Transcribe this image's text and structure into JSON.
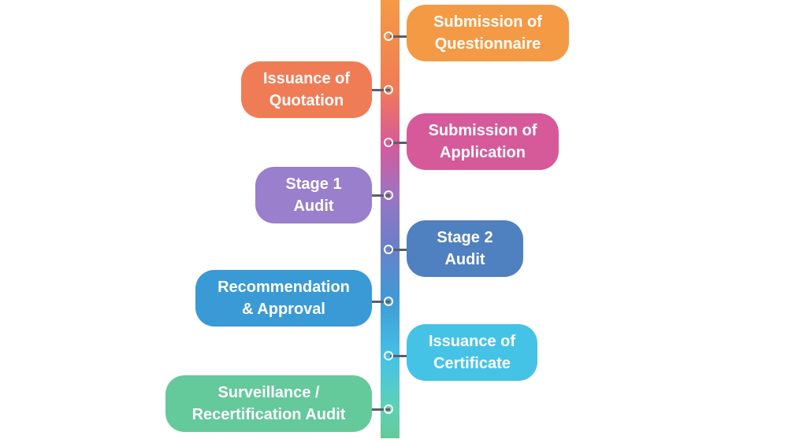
{
  "timeline": {
    "steps": [
      {
        "label": "Submission of\nQuestionnaire",
        "color": "#f49a45",
        "side": "right"
      },
      {
        "label": "Issuance of\nQuotation",
        "color": "#f07c55",
        "side": "left"
      },
      {
        "label": "Submission of\nApplication",
        "color": "#d65a9a",
        "side": "right"
      },
      {
        "label": "Stage 1\nAudit",
        "color": "#9a7fcc",
        "side": "left"
      },
      {
        "label": "Stage 2\nAudit",
        "color": "#4f81c0",
        "side": "right"
      },
      {
        "label": "Recommendation\n& Approval",
        "color": "#3a9ad6",
        "side": "left"
      },
      {
        "label": "Issuance of\nCertificate",
        "color": "#45c3e6",
        "side": "right"
      },
      {
        "label": "Surveillance /\nRecertification Audit",
        "color": "#64c99b",
        "side": "left"
      }
    ]
  }
}
